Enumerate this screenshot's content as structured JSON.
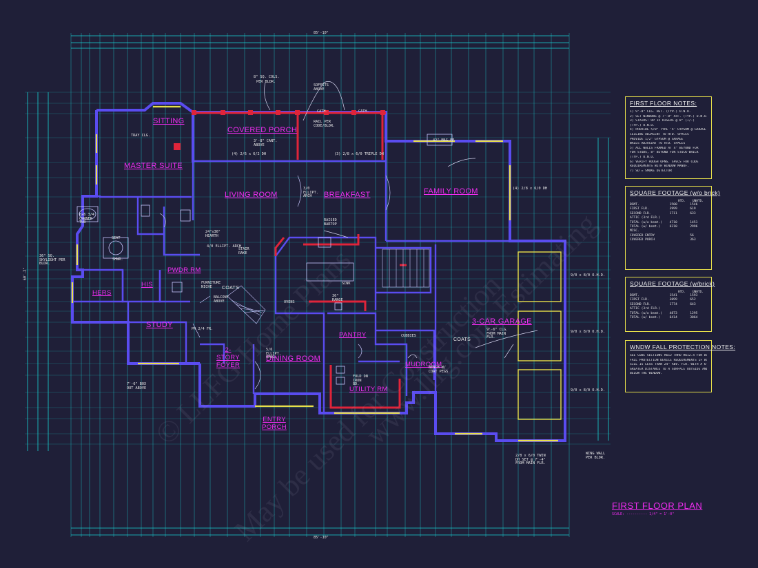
{
  "plan": {
    "title": "FIRST FLOOR PLAN",
    "scale": "SCALE: ---------- 1/4\" = 1'-0\"",
    "overall_dimension": "85'-10\"",
    "overall_depth": "60'-2\""
  },
  "rooms": [
    {
      "key": "sitting",
      "label": "SITTING"
    },
    {
      "key": "covered-porch",
      "label": "COVERED PORCH"
    },
    {
      "key": "master-suite",
      "label": "MASTER SUITE"
    },
    {
      "key": "living-room",
      "label": "LIVING ROOM"
    },
    {
      "key": "breakfast",
      "label": "BREAKFAST"
    },
    {
      "key": "family-room",
      "label": "FAMILY ROOM"
    },
    {
      "key": "powder-rm",
      "label": "PWDR RM"
    },
    {
      "key": "hers",
      "label": "HERS"
    },
    {
      "key": "his",
      "label": "HIS"
    },
    {
      "key": "study",
      "label": "STUDY"
    },
    {
      "key": "two-story-foyer",
      "label": "2-STORY FOYER"
    },
    {
      "key": "dining-room",
      "label": "DINING ROOM"
    },
    {
      "key": "pantry",
      "label": "PANTRY"
    },
    {
      "key": "utility-rm",
      "label": "UTILITY RM"
    },
    {
      "key": "mudroom",
      "label": "MUDROOM"
    },
    {
      "key": "three-car-garage",
      "label": "3-CAR GARAGE"
    },
    {
      "key": "entry-porch",
      "label": "ENTRY PORCH"
    },
    {
      "key": "coats-garage",
      "label": "COATS"
    },
    {
      "key": "coats-hall",
      "label": "COATS"
    }
  ],
  "callouts": {
    "sq_cols": "8\" SQ. COLS.",
    "per_bldr": "PER BLDR.",
    "soffits_above": "SOFFITS ABOVE",
    "cath1": "CATH.",
    "cath2": "CATH.",
    "rail_per_code": "RAIL PER CODE/BLDR.",
    "tray_clg": "TRAY CLG.",
    "cant_above": "3'-8\" CANT. ABOVE",
    "triple_dh": "(4) 2/6 x 6/2 DH",
    "triple_dh2": "(3) 2/8 x 6/0 TRIPLE DH",
    "ellipt_arch": "3/0 ELLIPT. ARCH",
    "raised_bartop": "RAISED BARTOP",
    "hearth": "24\"x36\" HEARTH",
    "mag_ff": "42\" MAG FF",
    "oven": "OVENS",
    "range": "36\" RANGE",
    "sink": "SINK",
    "seat": "SEAT",
    "shwr": "SHWR.",
    "corner_tub": "6x6 3/4 CORNER TUB",
    "skylight": "36\" SQ. SKYLIGHT PER BLDR.",
    "furniture_niche": "FURNITURE NICHE",
    "balcony_above": "BALCONY ABOVE",
    "stair_rake": "STAIR RAKE",
    "garage_clg": "9'-6\" CLG. FROM MAIN FLR.",
    "cubbies": "CUBBIES",
    "bench": "BENCH W/ COAT PEGS",
    "wing_wall": "WING WALL PER BLDR.",
    "ohd1": "9/0 x 8/0 O.H.D.",
    "ohd2": "9/0 x 8/0 O.H.D.",
    "ohd3": "9/0 x 8/0 O.H.D.",
    "twin_dh_front": "2/8 x 6/0 TWIN DH SET @ 7'-4\" FROM MAIN FLR.",
    "box_out": "7'-6\" BOX OUT ABOVE",
    "ellipt_opng": "5/6 ELLIPT. OPNG.",
    "fold_dn": "FOLD DN IRON BD.",
    "living_dh": "4/0 ELLIPT. ARCH",
    "family_dh": "(4) 2/8 x 6/0 DH",
    "study_fr": "PR 2/4 FR."
  },
  "notes_panel": {
    "title": "FIRST FLOOR NOTES:",
    "lines": [
      "1) 9'-8\" CLG. HGT. (TYP.) U.N.O.",
      "2) SET WINDOWS @ 7'-8\" AFF. (TYP.) U.N.O.",
      "3) STAIRS: UP 15 RISERS @ 8\" (+/-)",
      "   (TYP.) U.N.O.",
      "4) PROVIDE 5/8\" TYPE 'X' GYPSUM @ GARAGE",
      "   CEILING ADJACENT TO HTD. SPACES",
      "   PROVIDE 1/2\" GYPSUM @ GARAGE",
      "   WALLS ADJACENT TO HTD. SPACES",
      "5) ALL WALLS FRAMED AT 4\" BEYOND FOR",
      "   FOR STUDS, 8\" BEYOND FOR STUCK-BRICK",
      "   (TYP.) U.N.O.",
      "6) VERIFY ROUGH OPNG. SPECS FOR CODE",
      "   REQUIREMENTS WITH WINDOW MANUF.",
      "7) SD = SMOKE DETECTOR"
    ]
  },
  "sqft_panel_1": {
    "title": "SQUARE FOOTAGE (w/o brick)",
    "head": [
      "HTD.",
      "UNHTD."
    ],
    "rows": [
      [
        "BSMT.",
        "1500",
        "1546"
      ],
      [
        "FIRST FLR.",
        "3999",
        "619"
      ],
      [
        "SECOND FLR.",
        "1711",
        "633"
      ],
      [
        "ATTIC (3rd FLR.)",
        "",
        ""
      ],
      [
        "",
        "",
        ""
      ],
      [
        "TOTAL (w/o bsmt.)",
        "4710",
        "1451"
      ],
      [
        "TOTAL (w/ bsmt.)",
        "6210",
        "2996"
      ],
      [
        "",
        "",
        ""
      ],
      [
        "MISC.",
        "",
        ""
      ],
      [
        "COVERED ENTRY",
        "",
        "56"
      ],
      [
        "COVERED PORCH",
        "",
        "363"
      ]
    ]
  },
  "sqft_panel_2": {
    "title": "SQUARE FOOTAGE (w/brick)",
    "head": [
      "HTD.",
      "UNHTD."
    ],
    "rows": [
      [
        "BSMT.",
        "1541",
        "1593"
      ],
      [
        "FIRST FLR.",
        "3099",
        "652"
      ],
      [
        "SECOND FLR.",
        "1774",
        "643"
      ],
      [
        "ATTIC (3rd FLR.)",
        "",
        ""
      ],
      [
        "",
        "",
        ""
      ],
      [
        "TOTAL (w/o bsmt.)",
        "4873",
        "1295"
      ],
      [
        "TOTAL (w/ bsmt.)",
        "6414",
        "3064"
      ]
    ]
  },
  "window_panel": {
    "title": "WNDW FALL PROTECTION NOTES:",
    "lines": [
      "SEE CODE SECTIONS R612 THRU R612.4 FOR WINDOW",
      "FALL PROTECTION DEVICE REQUIREMENTS IF WINDOW",
      "SILL IS LESS THAN 24\" ABV. FLR. WITH A 6'-0\" OR",
      "GREATER DISTANCE TO A SURFACE OUTSIDE AND",
      "BELOW THE WINDOW."
    ]
  },
  "watermark": {
    "line1": "© LLFG Home Plans",
    "line2": "May be used for Construction",
    "line3": "www.llfg.com Estimating"
  },
  "colors": {
    "background": "#1f1f38",
    "dimension": "#19d6d6",
    "wall": "#5a4cf0",
    "room_label": "#f22cf2",
    "accent_red": "#e0243a",
    "panel_border": "#e8e04a",
    "fixture": "#c8c8ff"
  }
}
